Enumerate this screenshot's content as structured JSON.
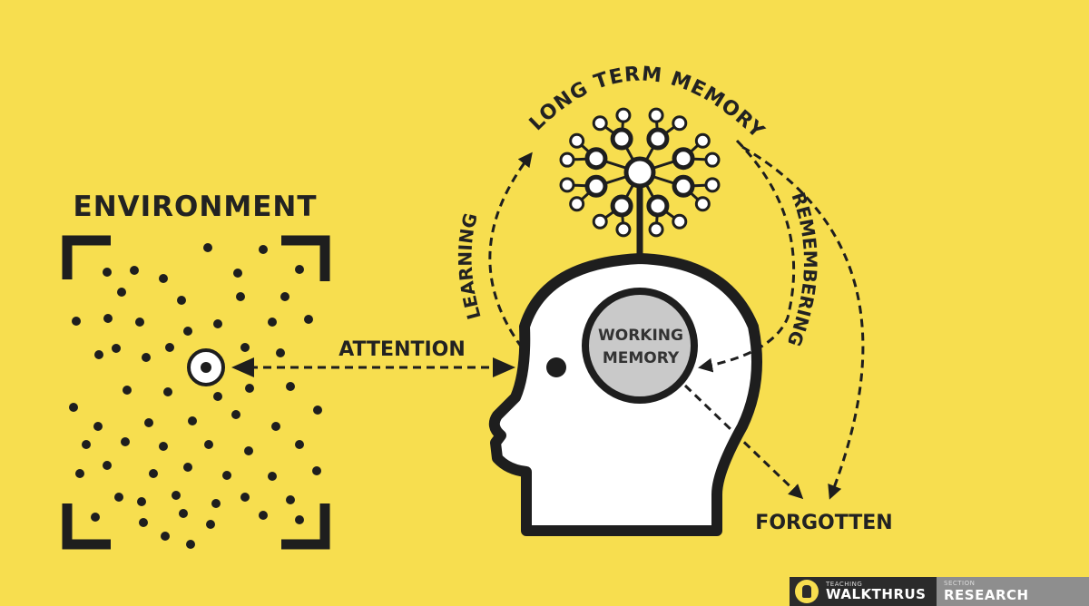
{
  "colors": {
    "background": "#f7de4f",
    "ink": "#1e1e1e",
    "head_fill": "#ffffff",
    "memory_circle": "#c9c9c9"
  },
  "labels": {
    "environment": "ENVIRONMENT",
    "attention": "ATTENTION",
    "learning": "LEARNING",
    "long_term_memory": "LONG TERM MEMORY",
    "remembering": "REMEMBERING",
    "working_memory_line1": "WORKING",
    "working_memory_line2": "MEMORY",
    "forgotten": "FORGOTTEN"
  },
  "icons": [
    "focus-target-icon",
    "neural-network-icon",
    "head-silhouette-icon",
    "eye-icon"
  ],
  "footer": {
    "brand_small": "TEACHING",
    "brand_big": "WALKTHRUS",
    "section_small": "SECTION",
    "section_big": "RESEARCH"
  }
}
